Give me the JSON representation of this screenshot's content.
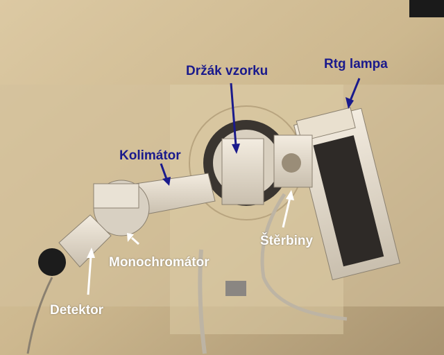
{
  "labels": {
    "sample_holder": "Držák vzorku",
    "xray_tube": "Rtg lampa",
    "collimator": "Kolimátor",
    "monochromator": "Monochromátor",
    "slits": "Štěrbiny",
    "detector": "Detektor"
  },
  "colors": {
    "label_dark": "#1a1a8c",
    "label_light": "#ffffff"
  }
}
